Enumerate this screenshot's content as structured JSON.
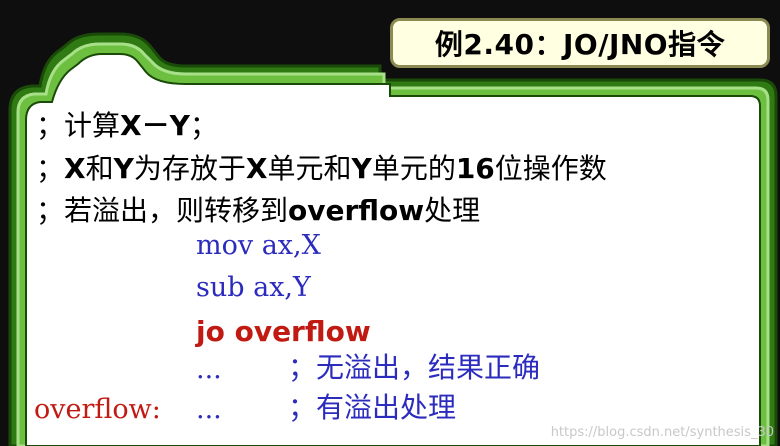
{
  "title": "例2.40：JO/JNO指令",
  "comments": [
    {
      "prefix": "；计算",
      "bold": "X－Y",
      "suffix": "；"
    },
    {
      "bold_a": "X",
      "mid_a": "和",
      "bold_b": "Y",
      "mid_b": "为存放于",
      "bold_c": "X",
      "mid_c": "单元和",
      "bold_d": "Y",
      "mid_d": "单元的",
      "bold_e": "16",
      "end": "位操作数",
      "prefix": "；"
    },
    {
      "prefix": "；若溢出，则转移到",
      "bold": "overflow",
      "suffix": "处理"
    }
  ],
  "code": {
    "line1": "mov ax,X",
    "line2": "sub ax,Y",
    "line3": "jo overflow",
    "line4_dots": "...",
    "line4_comment": "；无溢出，结果正确",
    "line5_label": "overflow:",
    "line5_dots": "...",
    "line5_comment": "；有溢出处理"
  },
  "watermark": "https://blog.csdn.net/synthesis_30",
  "colors": {
    "frame_green": "#3c8c1a",
    "frame_light": "#a8e08a",
    "blue_code": "#2b2bbd",
    "red_code": "#c01a12",
    "title_bg": "#ffffe2"
  }
}
